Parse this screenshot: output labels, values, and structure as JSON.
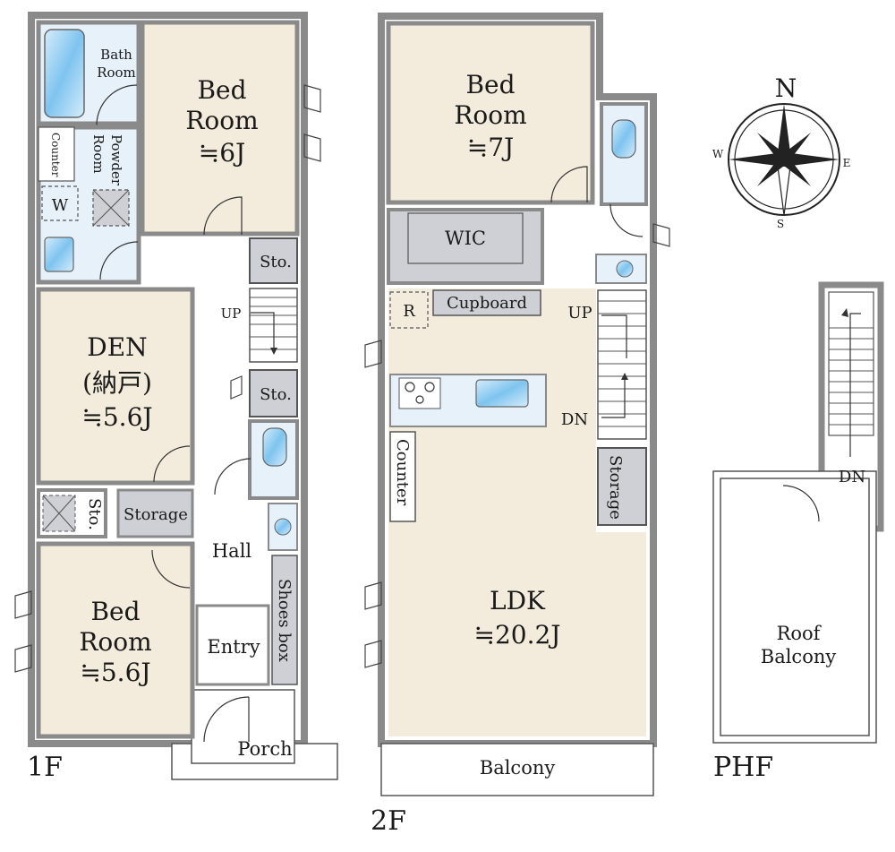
{
  "floors": {
    "f1": {
      "label": "1F",
      "bedroom_6": {
        "line1": "Bed",
        "line2": "Room",
        "line3": "≒6J"
      },
      "bathroom": {
        "line1": "Bath",
        "line2": "Room"
      },
      "powder_room": {
        "line1": "Powder",
        "line2": "Room"
      },
      "counter": "Counter",
      "washer": "W",
      "den": {
        "line1": "DEN",
        "line2": "(納戸)",
        "line3": "≒5.6J"
      },
      "sto_1": "Sto.",
      "sto_2": "Sto.",
      "sto_3": "Sto.",
      "storage": "Storage",
      "bedroom_56": {
        "line1": "Bed",
        "line2": "Room",
        "line3": "≒5.6J"
      },
      "hall": "Hall",
      "entry": "Entry",
      "shoes_box": "Shoes box",
      "porch": "Porch",
      "stair_up": "UP"
    },
    "f2": {
      "label": "2F",
      "bedroom_7": {
        "line1": "Bed",
        "line2": "Room",
        "line3": "≒7J"
      },
      "wic": "WIC",
      "cupboard": "Cupboard",
      "refrigerator": "R",
      "counter": "Counter",
      "storage": "Storage",
      "ldk": {
        "line1": "LDK",
        "line2": "≒20.2J"
      },
      "balcony": "Balcony",
      "stair_up": "UP",
      "stair_dn": "DN"
    },
    "phf": {
      "label": "PHF",
      "roof_balcony": {
        "line1": "Roof",
        "line2": "Balcony"
      },
      "stair_dn": "DN"
    }
  },
  "compass": {
    "n": "N",
    "s": "S",
    "e": "E",
    "w": "W"
  },
  "colors": {
    "room_fill": "#f3ecdc",
    "wet_fill": "#e6f1fa",
    "storage_fill": "#cfcfd6",
    "wall": "#8a8a8a",
    "wall_dark": "#333333",
    "fixture": "#9fd0ee"
  }
}
